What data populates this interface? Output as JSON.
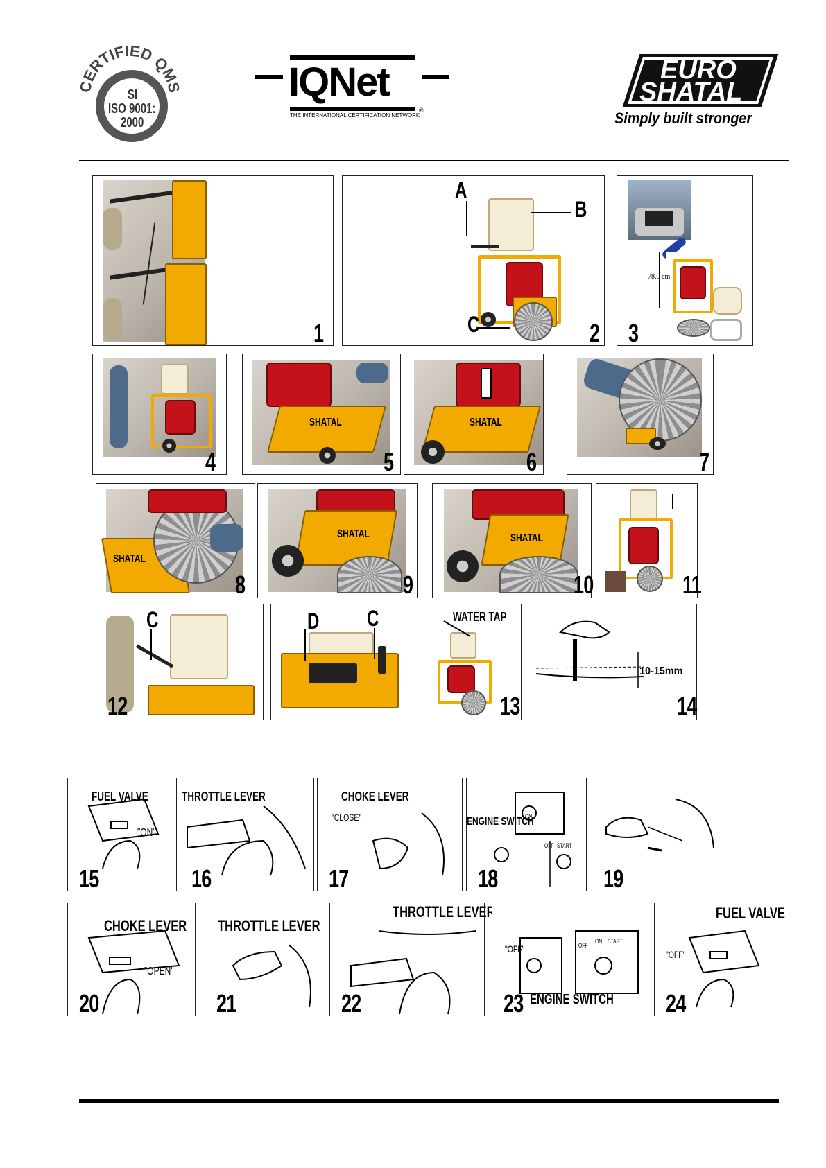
{
  "header": {
    "cert_badge": {
      "top_text": "CERTIFIED QMS",
      "line1": "SI",
      "line2": "ISO 9001:",
      "line3": "2000"
    },
    "iqnet": {
      "logo_text": "IQNet",
      "tagline": "THE INTERNATIONAL CERTIFICATION NETWORK",
      "registered": "®"
    },
    "brand": {
      "line1": "EURO",
      "line2": "SHATAL",
      "slogan": "Simply built stronger"
    }
  },
  "panels": {
    "p1": {
      "num": "1"
    },
    "p2": {
      "num": "2",
      "label_a": "A",
      "label_b": "B",
      "label_c": "C"
    },
    "p3": {
      "num": "3",
      "height_label": "78.0 cm"
    },
    "p4": {
      "num": "4"
    },
    "p5": {
      "num": "5",
      "guard_text": "SHATAL"
    },
    "p6": {
      "num": "6",
      "guard_text": "SHATAL"
    },
    "p7": {
      "num": "7"
    },
    "p8": {
      "num": "8",
      "guard_text": "SHATAL"
    },
    "p9": {
      "num": "9",
      "guard_text": "SHATAL"
    },
    "p10": {
      "num": "10",
      "guard_text": "SHATAL"
    },
    "p11": {
      "num": "11"
    },
    "p12": {
      "num": "12",
      "label_c": "C"
    },
    "p13": {
      "num": "13",
      "label_d": "D",
      "label_c": "C",
      "water_tap": "WATER TAP"
    },
    "p14": {
      "num": "14",
      "depth": "10-15mm"
    },
    "p15": {
      "num": "15",
      "title": "FUEL VALVE",
      "state": "\"ON\""
    },
    "p16": {
      "num": "16",
      "title": "THROTTLE LEVER"
    },
    "p17": {
      "num": "17",
      "title": "CHOKE LEVER",
      "state": "\"CLOSE\""
    },
    "p18": {
      "num": "18",
      "title": "ENGINE SWITCH",
      "on": "ON",
      "off": "OFF",
      "start": "START"
    },
    "p19": {
      "num": "19"
    },
    "p20": {
      "num": "20",
      "title": "CHOKE LEVER",
      "state": "\"OPEN\""
    },
    "p21": {
      "num": "21",
      "title": "THROTTLE LEVER"
    },
    "p22": {
      "num": "22",
      "title": "THROTTLE LEVER"
    },
    "p23": {
      "num": "23",
      "title": "ENGINE SWITCH",
      "state": "\"OFF\"",
      "off": "OFF",
      "on": "ON",
      "start": "START"
    },
    "p24": {
      "num": "24",
      "title": "FUEL VALVE",
      "state": "\"OFF\""
    }
  }
}
